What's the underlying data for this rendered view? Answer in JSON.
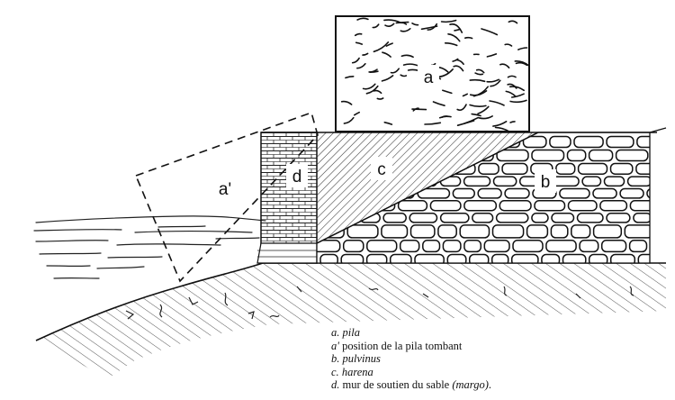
{
  "labels": {
    "a": "a",
    "a_prime": "a'",
    "b": "b",
    "c": "c",
    "d": "d"
  },
  "legend": [
    {
      "key": "a.",
      "text": "",
      "term": "pila",
      "suffix": ""
    },
    {
      "key": "a'",
      "text": " position de la pila tombant",
      "term": "",
      "suffix": ""
    },
    {
      "key": "b.",
      "text": "",
      "term": "pulvinus",
      "suffix": ""
    },
    {
      "key": "c.",
      "text": "",
      "term": "harena",
      "suffix": ""
    },
    {
      "key": "d.",
      "text": " mur de soutien du sable ",
      "term": "(margo)",
      "suffix": "."
    }
  ],
  "colors": {
    "ink": "#111111",
    "paper": "#ffffff",
    "hatch": "#333333"
  }
}
